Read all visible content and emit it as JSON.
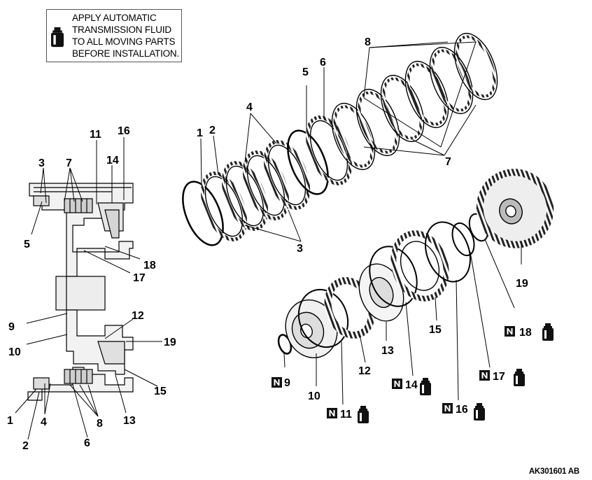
{
  "note": {
    "lines": [
      "APPLY AUTOMATIC",
      "TRANSMISSION FLUID",
      "TO ALL MOVING PARTS",
      "BEFORE INSTALLATION."
    ],
    "icon": "fluid-bottle-icon"
  },
  "callouts": {
    "c1": "1",
    "c2": "2",
    "c3": "3",
    "c4": "4",
    "c5": "5",
    "c6": "6",
    "c7": "7",
    "c8": "8",
    "c9": "9",
    "c10": "10",
    "c11": "11",
    "c12": "12",
    "c13": "13",
    "c14": "14",
    "c15": "15",
    "c16": "16",
    "c17": "17",
    "c18": "18",
    "c19": "19"
  },
  "nonreusable_marker": "N",
  "reference_code": "AK301601 AB"
}
